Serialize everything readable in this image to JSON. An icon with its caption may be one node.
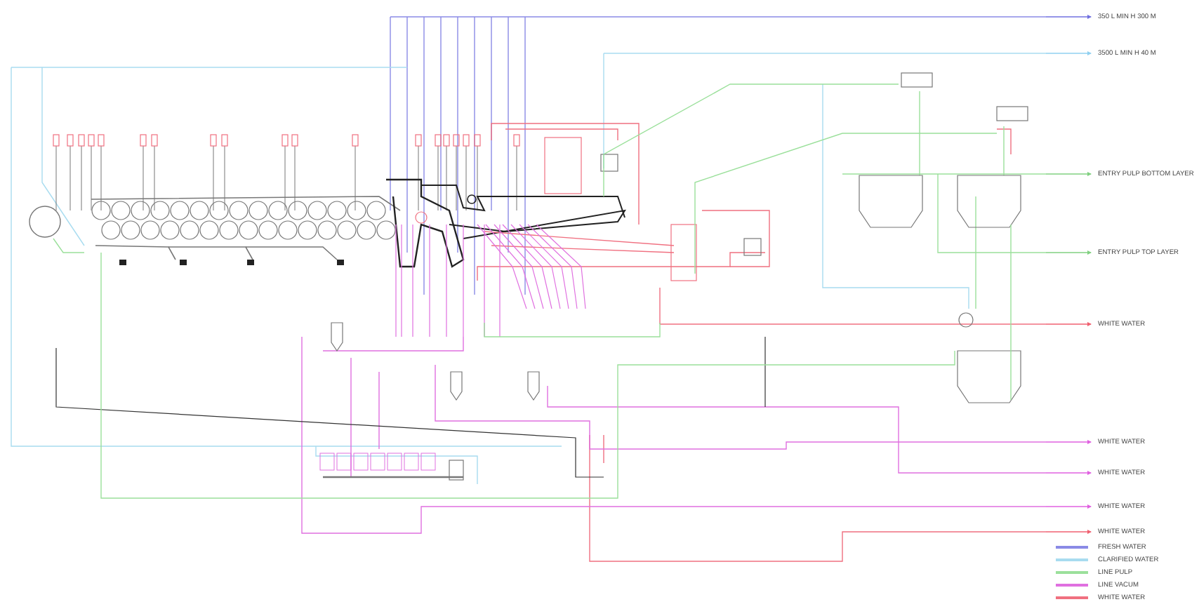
{
  "diagram": {
    "nodes": [
      {
        "text": [],
        "shape": "picture"
      },
      {
        "text": [
          "350 L MIN H 300 M"
        ]
      },
      {
        "text": [
          "3500 L MIN H 40 M"
        ]
      },
      {
        "text": [
          "ENTRY PULP BOTTOM LAYER"
        ]
      },
      {
        "text": [
          "ENTRY PULP TOP LAYER"
        ]
      },
      {
        "text": [
          "WHITE WATER"
        ]
      },
      {
        "text": [
          "WHITE WATER"
        ]
      },
      {
        "text": [
          "WHITE WATER"
        ]
      },
      {
        "text": [
          "WHITE WATER"
        ]
      },
      {
        "text": [
          "WHITE WATER"
        ]
      }
    ],
    "edges": [
      {
        "from": 0,
        "to": 1,
        "arrow": "to",
        "color": "#7070e0"
      },
      {
        "from": 0,
        "to": 2,
        "arrow": "to",
        "color": "#90d0f0"
      },
      {
        "from": 0,
        "to": 3,
        "arrow": "to",
        "color": "#80d080"
      },
      {
        "from": 0,
        "to": 4,
        "arrow": "to",
        "color": "#80d080"
      },
      {
        "from": 0,
        "to": 5,
        "arrow": "to",
        "color": "#f06070"
      },
      {
        "from": 0,
        "to": 6,
        "arrow": "to",
        "color": "#e060e0"
      },
      {
        "from": 0,
        "to": 7,
        "arrow": "to",
        "color": "#e060e0"
      },
      {
        "from": 0,
        "to": 8,
        "arrow": "to",
        "color": "#e060e0"
      },
      {
        "from": 0,
        "to": 9,
        "arrow": "to",
        "color": "#f06070"
      }
    ],
    "legend": [
      {
        "text": "FRESH WATER",
        "color": "#8a8ae6"
      },
      {
        "text": "CLARIFIED WATER",
        "color": "#a8dcf0"
      },
      {
        "text": "LINE PULP",
        "color": "#9be09b"
      },
      {
        "text": "LINE VACUM",
        "color": "#e070e0"
      },
      {
        "text": "WHITE WATER",
        "color": "#f07080"
      }
    ]
  }
}
